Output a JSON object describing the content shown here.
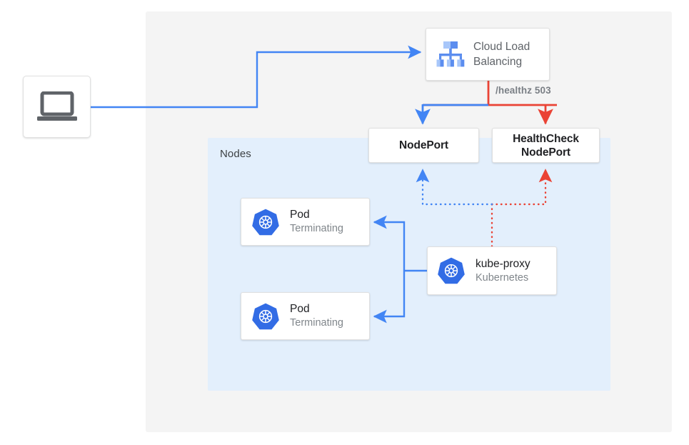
{
  "diagram": {
    "title": "Kubernetes NodePort health check 503 flow",
    "colors": {
      "blue": "#4285f4",
      "red": "#ea4335",
      "panel_outer": "#f4f4f4",
      "panel_nodes": "#e3effc",
      "card_bg": "#ffffff",
      "card_border": "#e0e0e0",
      "text_dark": "#202124",
      "text_gray": "#5f6368",
      "text_muted": "#80868b"
    }
  },
  "panels": {
    "outer": {
      "name": ""
    },
    "nodes": {
      "label": "Nodes"
    }
  },
  "nodes": {
    "client": {
      "icon": "laptop-icon"
    },
    "load_balancer": {
      "label": "Cloud Load\nBalancing",
      "icon": "cloud-load-balancing-icon"
    },
    "nodeport": {
      "label": "NodePort"
    },
    "healthcheck_nodeport": {
      "label": "HealthCheck\nNodePort"
    },
    "pod_1": {
      "title": "Pod",
      "status": "Terminating",
      "icon": "kubernetes-icon"
    },
    "pod_2": {
      "title": "Pod",
      "status": "Terminating",
      "icon": "kubernetes-icon"
    },
    "kube_proxy": {
      "title": "kube-proxy",
      "subtitle": "Kubernetes",
      "icon": "kubernetes-icon"
    }
  },
  "edges": {
    "healthz": {
      "label": "/healthz 503"
    }
  }
}
